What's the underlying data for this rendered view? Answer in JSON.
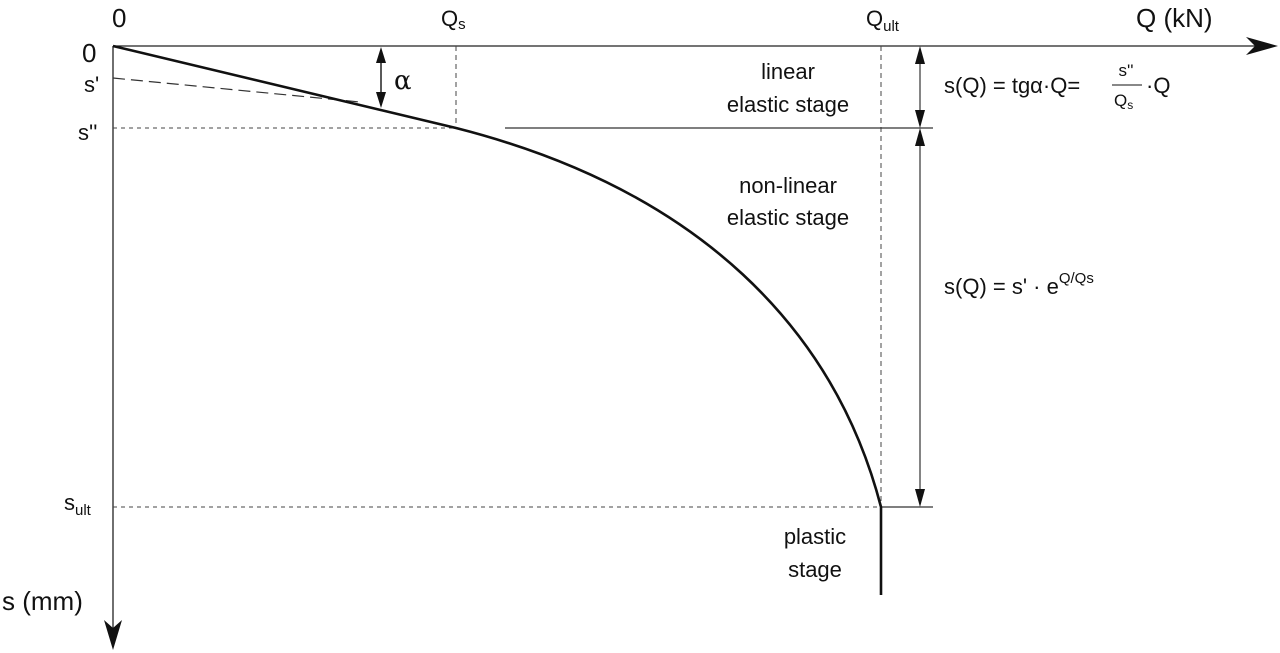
{
  "axes": {
    "x_origin_label": "0",
    "y_origin_label": "0",
    "x_axis_label": "Q (kN)",
    "y_axis_label": "s (mm)"
  },
  "x_ticks": {
    "qs_main": "Q",
    "qs_sub": "s",
    "qult_main": "Q",
    "qult_sub": "ult"
  },
  "y_ticks": {
    "s_prime": "s'",
    "s_double_prime": "s''",
    "sult_main": "s",
    "sult_sub": "ult"
  },
  "angle_label": "α",
  "stages": {
    "linear_line1": "linear",
    "linear_line2": "elastic stage",
    "nonlinear_line1": "non-linear",
    "nonlinear_line2": "elastic stage",
    "plastic_line1": "plastic",
    "plastic_line2": "stage"
  },
  "equations": {
    "linear_lhs": "s(Q) = tgα·Q=",
    "linear_frac_num": "s''",
    "linear_frac_den_main": "Q",
    "linear_frac_den_sub": "s",
    "linear_rhs": "·Q",
    "nonlinear_lhs": "s(Q) = s' · e",
    "nonlinear_exp": "Q/Qs"
  }
}
